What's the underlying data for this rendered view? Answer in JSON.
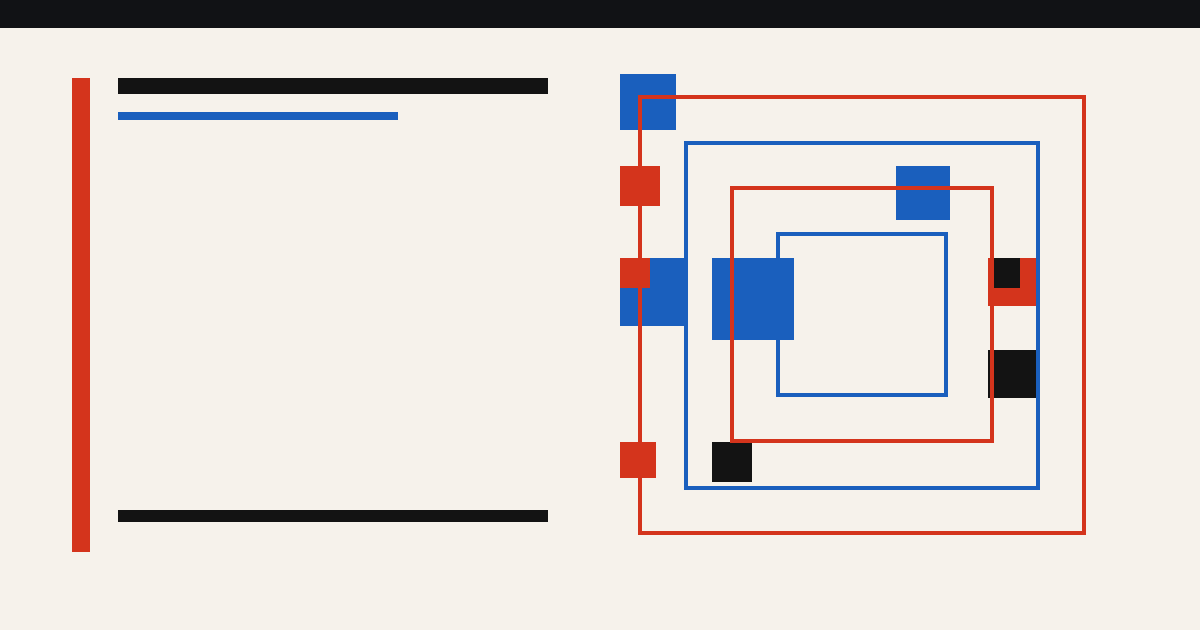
{
  "colors": {
    "top_bar": "#111215",
    "background": "#f6f2eb",
    "red": "#d4341c",
    "blue": "#1a5fbd",
    "black": "#131313"
  },
  "artwork": {
    "frames": [
      {
        "name": "outer-red-frame",
        "color": "red"
      },
      {
        "name": "second-blue-frame",
        "color": "blue"
      },
      {
        "name": "third-red-frame",
        "color": "red"
      },
      {
        "name": "inner-blue-frame",
        "color": "blue"
      }
    ],
    "blocks": [
      {
        "name": "blue-block-top-left",
        "color": "blue"
      },
      {
        "name": "red-block-upper-left",
        "color": "red"
      },
      {
        "name": "blue-block-mid-left",
        "color": "blue"
      },
      {
        "name": "red-block-mid-left",
        "color": "red"
      },
      {
        "name": "blue-block-center",
        "color": "blue"
      },
      {
        "name": "blue-block-upper-right",
        "color": "blue"
      },
      {
        "name": "red-block-mid-right",
        "color": "red"
      },
      {
        "name": "black-block-mid-right-small",
        "color": "black"
      },
      {
        "name": "black-block-lower-right",
        "color": "black"
      },
      {
        "name": "red-block-lower-left",
        "color": "red"
      },
      {
        "name": "black-block-lower-center",
        "color": "black"
      }
    ]
  }
}
